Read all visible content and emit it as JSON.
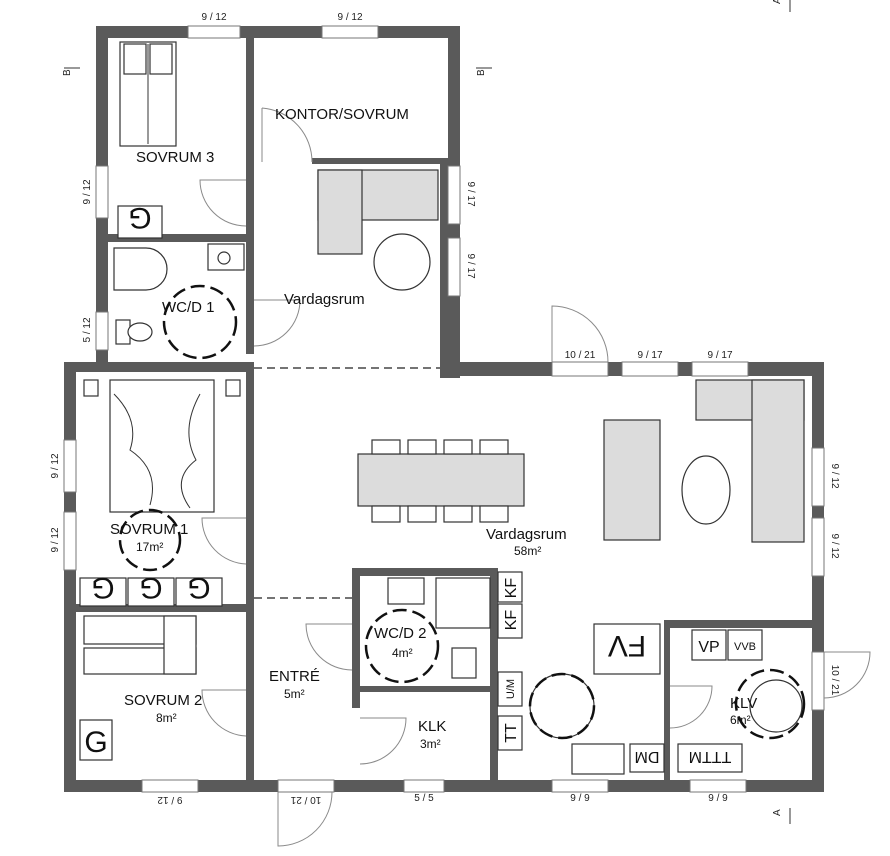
{
  "rooms": {
    "sovrum3": "SOVRUM 3",
    "kontor": "KONTOR/SOVRUM",
    "wcd1": "WC/D 1",
    "vardagsrum_upper": "Vardagsrum",
    "sovrum1": "SOVRUM 1",
    "sovrum1_area": "17m²",
    "vardagsrum": "Vardagsrum",
    "vardagsrum_area": "58m²",
    "wcd2": "WC/D 2",
    "wcd2_area": "4m²",
    "entre": "ENTRÉ",
    "entre_area": "5m²",
    "klk": "KLK",
    "klk_area": "3m²",
    "sovrum2": "SOVRUM 2",
    "sovrum2_area": "8m²",
    "klv": "KLV",
    "klv_area": "6m²"
  },
  "symbols": {
    "fv": "FV",
    "kf": "KF",
    "um": "U/M",
    "tt": "TT",
    "dm": "DM",
    "vp": "VP",
    "vvb": "VVB",
    "tttm": "TTTM",
    "g": "G"
  },
  "dims": {
    "top1": "9 / 12",
    "top2": "9 / 12",
    "left_sov3": "9 / 12",
    "left_wc1": "5 / 12",
    "right_917a": "9 / 17",
    "right_917b": "9 / 17",
    "door_1021": "10 / 21",
    "top_917a": "9 / 17",
    "top_917b": "9 / 17",
    "left_sov1a": "9 / 12",
    "left_sov1b": "9 / 12",
    "right_912a": "9 / 12",
    "right_912b": "9 / 12",
    "right_1021": "10 / 21",
    "bot_912": "9 / 12",
    "bot_1021": "10 / 21",
    "bot_55": "5 / 5",
    "bot_99a": "9 / 9",
    "bot_99b": "9 / 9"
  },
  "section_marks": {
    "a": "A",
    "b": "B"
  }
}
